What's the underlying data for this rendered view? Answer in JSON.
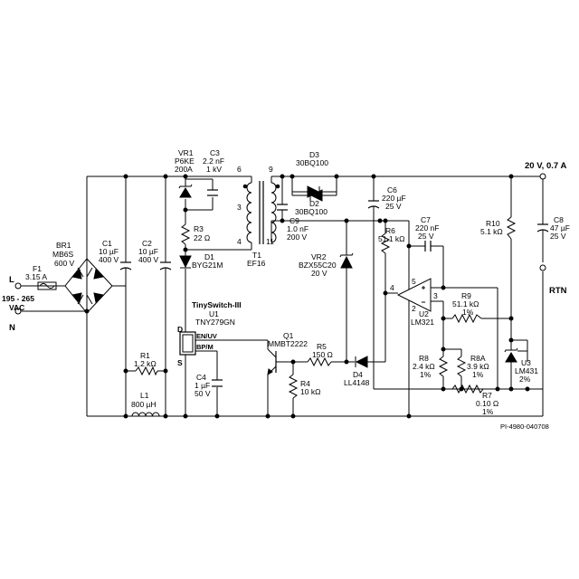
{
  "labels": {
    "input_l": "L",
    "input_range": "195 - 265",
    "input_vac": "VAC",
    "input_n": "N",
    "f1_ref": "F1",
    "f1_val": "3.15 A",
    "br1_ref": "BR1",
    "br1_part": "MB6S",
    "br1_volt": "600 V",
    "c1_ref": "C1",
    "c1_cap": "10 µF",
    "c1_volt": "400 V",
    "c2_ref": "C2",
    "c2_cap": "10 µF",
    "c2_volt": "400 V",
    "r1_ref": "R1",
    "r1_val": "1.2 kΩ",
    "l1_ref": "L1",
    "l1_val": "800 µH",
    "vr1_ref": "VR1",
    "vr1_part": "P6KE",
    "vr1_volt": "200A",
    "c3_ref": "C3",
    "c3_cap": "2.2 nF",
    "c3_volt": "1 kV",
    "r3_ref": "R3",
    "r3_val": "22 Ω",
    "d1_ref": "D1",
    "d1_part": "BYG21M",
    "u1_family": "TinySwitch-III",
    "u1_ref": "U1",
    "u1_part": "TNY279GN",
    "pin_d": "D",
    "pin_s": "S",
    "pin_enuv": "EN/UV",
    "pin_bpm": "BP/M",
    "c4_ref": "C4",
    "c4_cap": "1 µF",
    "c4_volt": "50 V",
    "t1_pin6": "6",
    "t1_pin3": "3",
    "t1_pin4": "4",
    "t1_pin9": "9",
    "t1_pin11": "11",
    "t1_ref": "T1",
    "t1_part": "EF16",
    "d3_ref": "D3",
    "d3_part": "30BQ100",
    "d2_ref": "D2",
    "d2_part": "30BQ100",
    "c9_ref": "C9",
    "c9_cap": "1.0 nF",
    "c9_volt": "200 V",
    "c6_ref": "C6",
    "c6_cap": "220 µF",
    "c6_volt": "25 V",
    "c7_ref": "C7",
    "c7_cap": "220 nF",
    "c7_volt": "25 V",
    "r6_ref": "R6",
    "r6_val": "51.1 kΩ",
    "vr2_ref": "VR2",
    "vr2_part": "BZX55C20",
    "vr2_volt": "20 V",
    "q1_ref": "Q1",
    "q1_part": "MMBT2222",
    "r5_ref": "R5",
    "r5_val": "150 Ω",
    "r4_ref": "R4",
    "r4_val": "10 kΩ",
    "d4_ref": "D4",
    "d4_part": "LL4148",
    "u2_pin5": "5",
    "u2_pin4": "4",
    "u2_pin3": "3",
    "u2_pin2": "2",
    "u2_ref": "U2",
    "u2_part": "LM321",
    "r9_ref": "R9",
    "r9_val": "51.1 kΩ",
    "r9_tol": "1%",
    "r8_ref": "R8",
    "r8_val": "2.4 kΩ",
    "r8_tol": "1%",
    "r8a_ref": "R8A",
    "r8a_val": "3.9 kΩ",
    "r8a_tol": "1%",
    "r7_ref": "R7",
    "r7_val": "0.10 Ω",
    "r7_tol": "1%",
    "r10_ref": "R10",
    "r10_val": "5.1 kΩ",
    "c8_ref": "C8",
    "c8_cap": "47 µF",
    "c8_volt": "25 V",
    "u3_ref": "U3",
    "u3_part": "LM431",
    "u3_tol": "2%",
    "out_voltage": "20 V, 0.7 A",
    "out_rtn": "RTN",
    "drawing_id": "PI-4980-040708"
  }
}
